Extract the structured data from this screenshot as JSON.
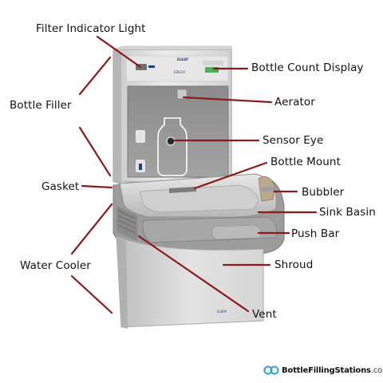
{
  "labels": {
    "filter_indicator_light": "Filter Indicator Light",
    "bottle_count_display": "Bottle Count Display",
    "bottle_filler": "Bottle Filler",
    "aerator": "Aerator",
    "sensor_eye": "Sensor Eye",
    "bottle_mount": "Bottle Mount",
    "gasket": "Gasket",
    "bubbler": "Bubbler",
    "sink_basin": "Sink Basin",
    "push_bar": "Push Bar",
    "water_cooler": "Water Cooler",
    "shroud": "Shroud",
    "vent": "Vent"
  },
  "brand": {
    "name": "BottleFillingStations",
    "suffix": ".com"
  },
  "unit_marks": {
    "panel_brand": "ELKAY",
    "panel_model": "EZH2O",
    "base_brand": "ELKAY"
  },
  "colors": {
    "leader_line": "#8b1a1a",
    "panel_blue": "#1e3f8a",
    "brand_icon": "#2e9fd4"
  }
}
